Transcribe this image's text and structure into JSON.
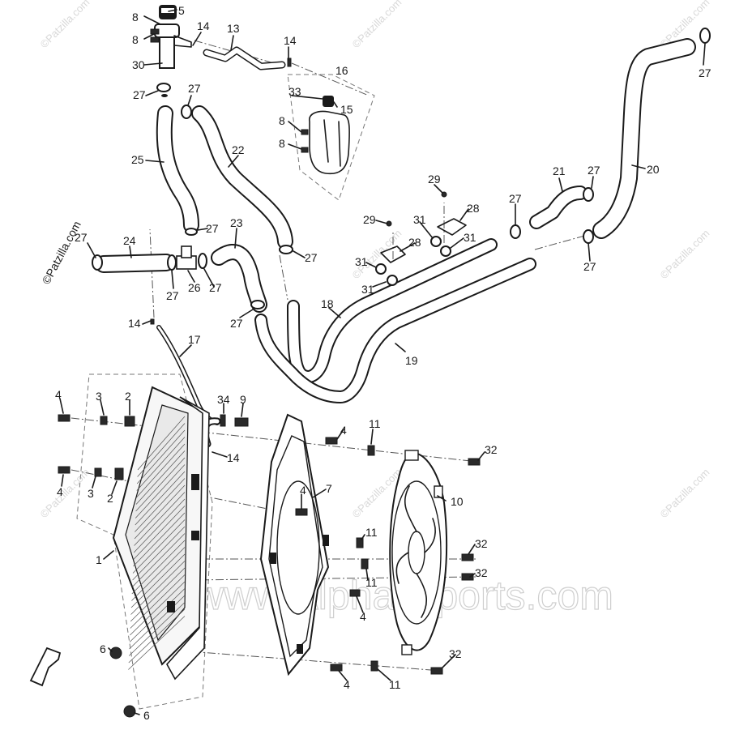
{
  "watermarks": {
    "patzilla": "©Patzilla.com",
    "site": "www.Alpha-Sports.com"
  },
  "parts": {
    "p1": "1",
    "p2": "2",
    "p3": "3",
    "p4": "4",
    "p5": "5",
    "p6": "6",
    "p7": "7",
    "p8": "8",
    "p9": "9",
    "p10": "10",
    "p11": "11",
    "p13": "13",
    "p14": "14",
    "p15": "15",
    "p16": "16",
    "p17": "17",
    "p18": "18",
    "p19": "19",
    "p20": "20",
    "p21": "21",
    "p22": "22",
    "p23": "23",
    "p24": "24",
    "p25": "25",
    "p26": "26",
    "p27": "27",
    "p28": "28",
    "p29": "29",
    "p30": "30",
    "p31": "31",
    "p32": "32",
    "p33": "33",
    "p34": "34"
  },
  "colors": {
    "line": "#1a1a1a",
    "watermark": "#d8d8d8",
    "background": "#ffffff"
  }
}
